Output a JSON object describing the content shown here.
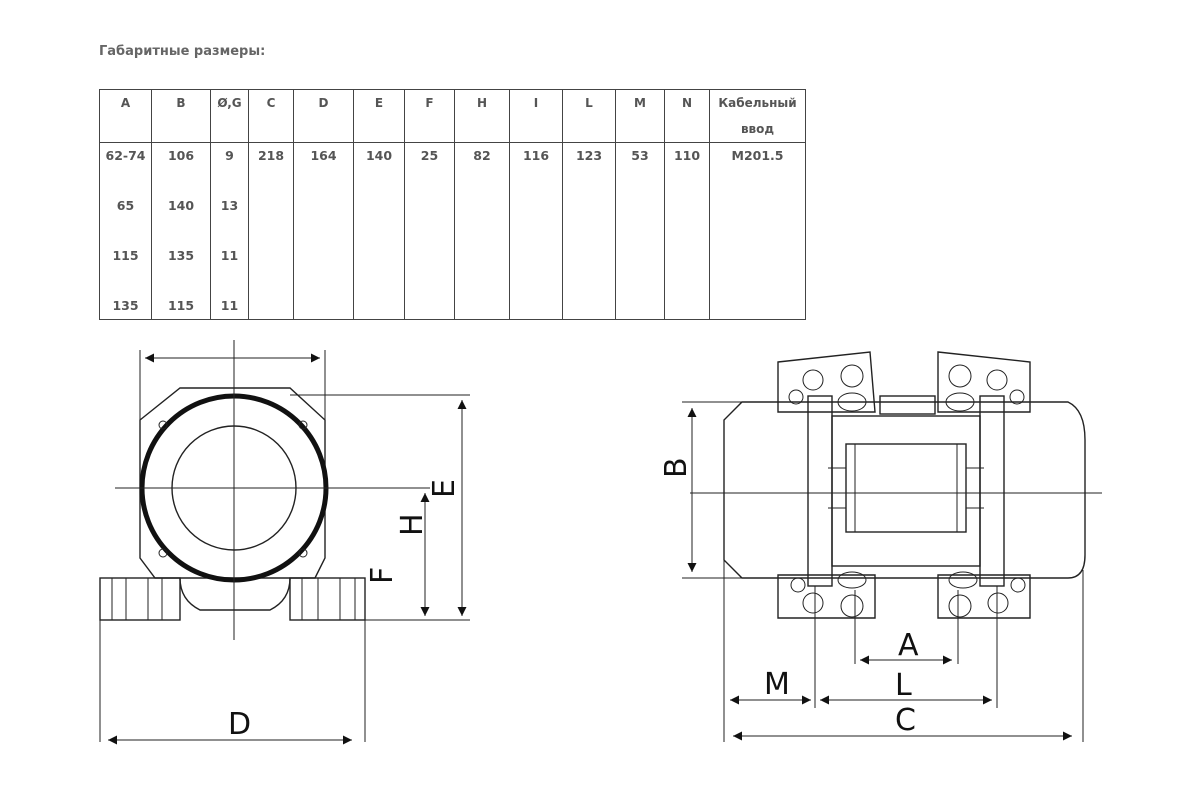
{
  "heading": "Габаритные размеры:",
  "table": {
    "headers": [
      "A",
      "B",
      "Ø,G",
      "C",
      "D",
      "E",
      "F",
      "H",
      "I",
      "L",
      "M",
      "N",
      "Кабельный ввод"
    ],
    "rows": [
      [
        "62-74",
        "106",
        "9",
        "218",
        "164",
        "140",
        "25",
        "82",
        "116",
        "123",
        "53",
        "110",
        "M201.5"
      ],
      [
        "65",
        "140",
        "13",
        "",
        "",
        "",
        "",
        "",
        "",
        "",
        "",
        "",
        ""
      ],
      [
        "115",
        "135",
        "11",
        "",
        "",
        "",
        "",
        "",
        "",
        "",
        "",
        "",
        ""
      ],
      [
        "135",
        "115",
        "11",
        "",
        "",
        "",
        "",
        "",
        "",
        "",
        "",
        "",
        ""
      ]
    ]
  },
  "drawing": {
    "front_labels": {
      "E": "E",
      "H": "H",
      "F": "F",
      "D": "D"
    },
    "side_labels": {
      "B": "B",
      "A": "A",
      "L": "L",
      "M": "M",
      "C": "C"
    }
  }
}
